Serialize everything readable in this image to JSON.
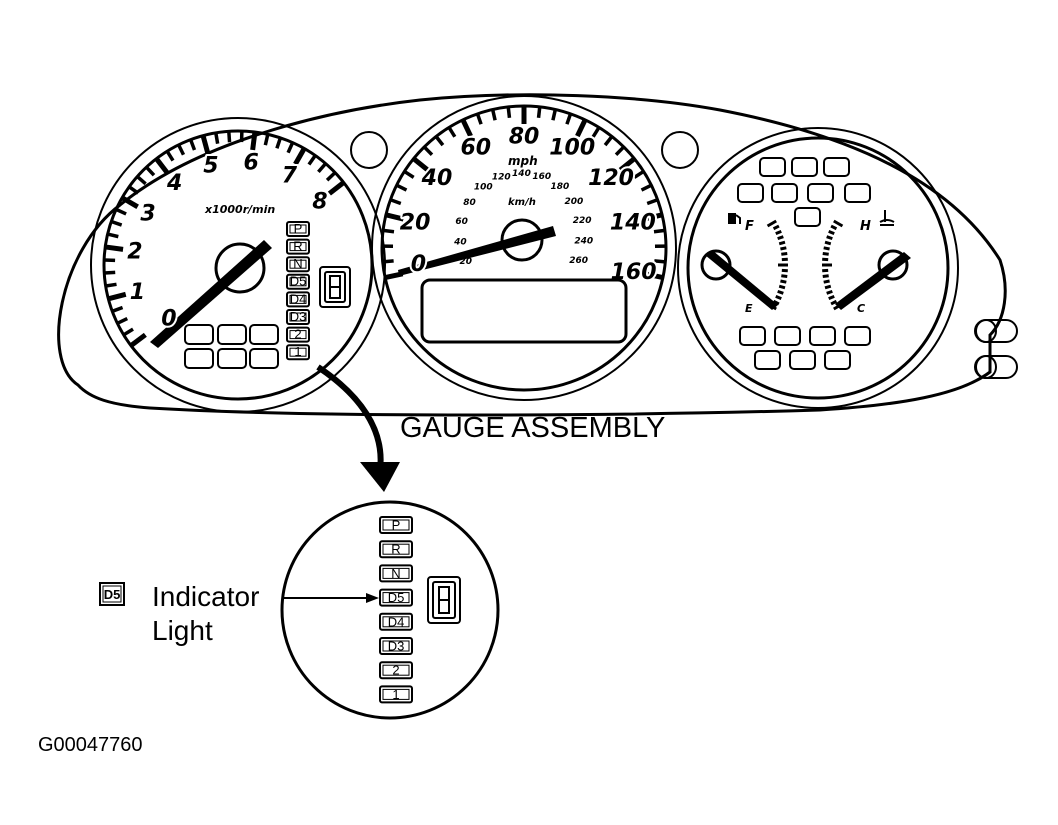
{
  "title": "GAUGE ASSEMBLY",
  "figure_id": "G00047760",
  "callout": {
    "icon_label": "D5",
    "line1": "Indicator",
    "line2": "Light"
  },
  "tachometer": {
    "unit": "x1000r/min",
    "labels": [
      "0",
      "1",
      "2",
      "3",
      "4",
      "5",
      "6",
      "7",
      "8"
    ]
  },
  "speedometer": {
    "unit_mph": "mph",
    "unit_kmh": "km/h",
    "mph_labels": [
      "0",
      "20",
      "40",
      "60",
      "80",
      "100",
      "120",
      "140",
      "160"
    ],
    "kmh_labels": [
      "20",
      "40",
      "60",
      "80",
      "100",
      "120",
      "140",
      "160",
      "180",
      "200",
      "220",
      "240",
      "260"
    ]
  },
  "fuel_gauge": {
    "full": "F",
    "empty": "E"
  },
  "temp_gauge": {
    "hot": "H",
    "cold": "C"
  },
  "gear_positions": [
    "P",
    "R",
    "N",
    "D5",
    "D4",
    "D3",
    "2",
    "1"
  ],
  "colors": {
    "ink": "#000000",
    "paper": "#ffffff"
  }
}
